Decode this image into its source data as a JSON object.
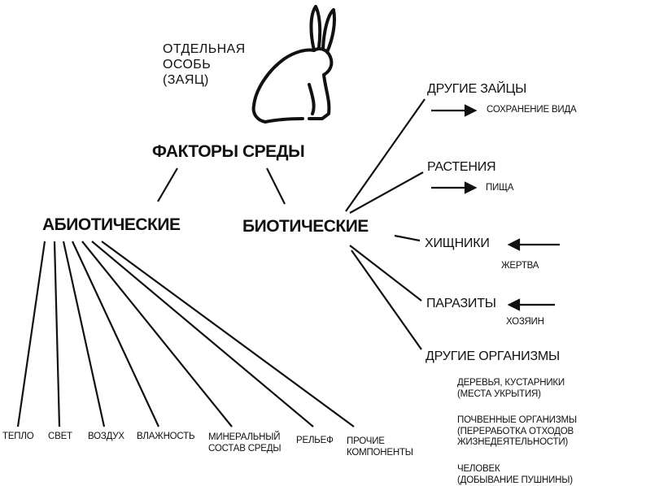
{
  "diagram": {
    "individual": {
      "label": "ОТДЕЛЬНАЯ\nОСОБЬ\n(ЗАЯЦ)",
      "icon": "hare-silhouette-icon"
    },
    "root": "ФАКТОРЫ СРЕДЫ",
    "abiotic": {
      "title": "АБИОТИЧЕСКИЕ",
      "items": [
        "ТЕПЛО",
        "СВЕТ",
        "ВОЗДУХ",
        "ВЛАЖНОСТЬ",
        "МИНЕРАЛЬНЫЙ\nСОСТАВ СРЕДЫ",
        "РЕЛЬЕФ",
        "ПРОЧИЕ\nКОМПОНЕНТЫ"
      ]
    },
    "biotic": {
      "title": "БИОТИЧЕСКИЕ",
      "items": [
        {
          "name": "ДРУГИЕ ЗАЙЦЫ",
          "relation": "СОХРАНЕНИЕ ВИДА"
        },
        {
          "name": "РАСТЕНИЯ",
          "relation": "ПИЩА"
        },
        {
          "name": "ХИЩНИКИ",
          "relation": "ЖЕРТВА"
        },
        {
          "name": "ПАРАЗИТЫ",
          "relation": "ХОЗЯИН"
        },
        {
          "name": "ДРУГИЕ ОРГАНИЗМЫ",
          "details": [
            "ДЕРЕВЬЯ, КУСТАРНИКИ\n(МЕСТА УКРЫТИЯ)",
            "ПОЧВЕННЫЕ ОРГАНИЗМЫ\n(ПЕРЕРАБОТКА ОТХОДОВ\nЖИЗНЕДЕЯТЕЛЬНОСТИ)",
            "ЧЕЛОВЕК\n(ДОБЫВАНИЕ ПУШНИНЫ)"
          ]
        }
      ]
    }
  }
}
